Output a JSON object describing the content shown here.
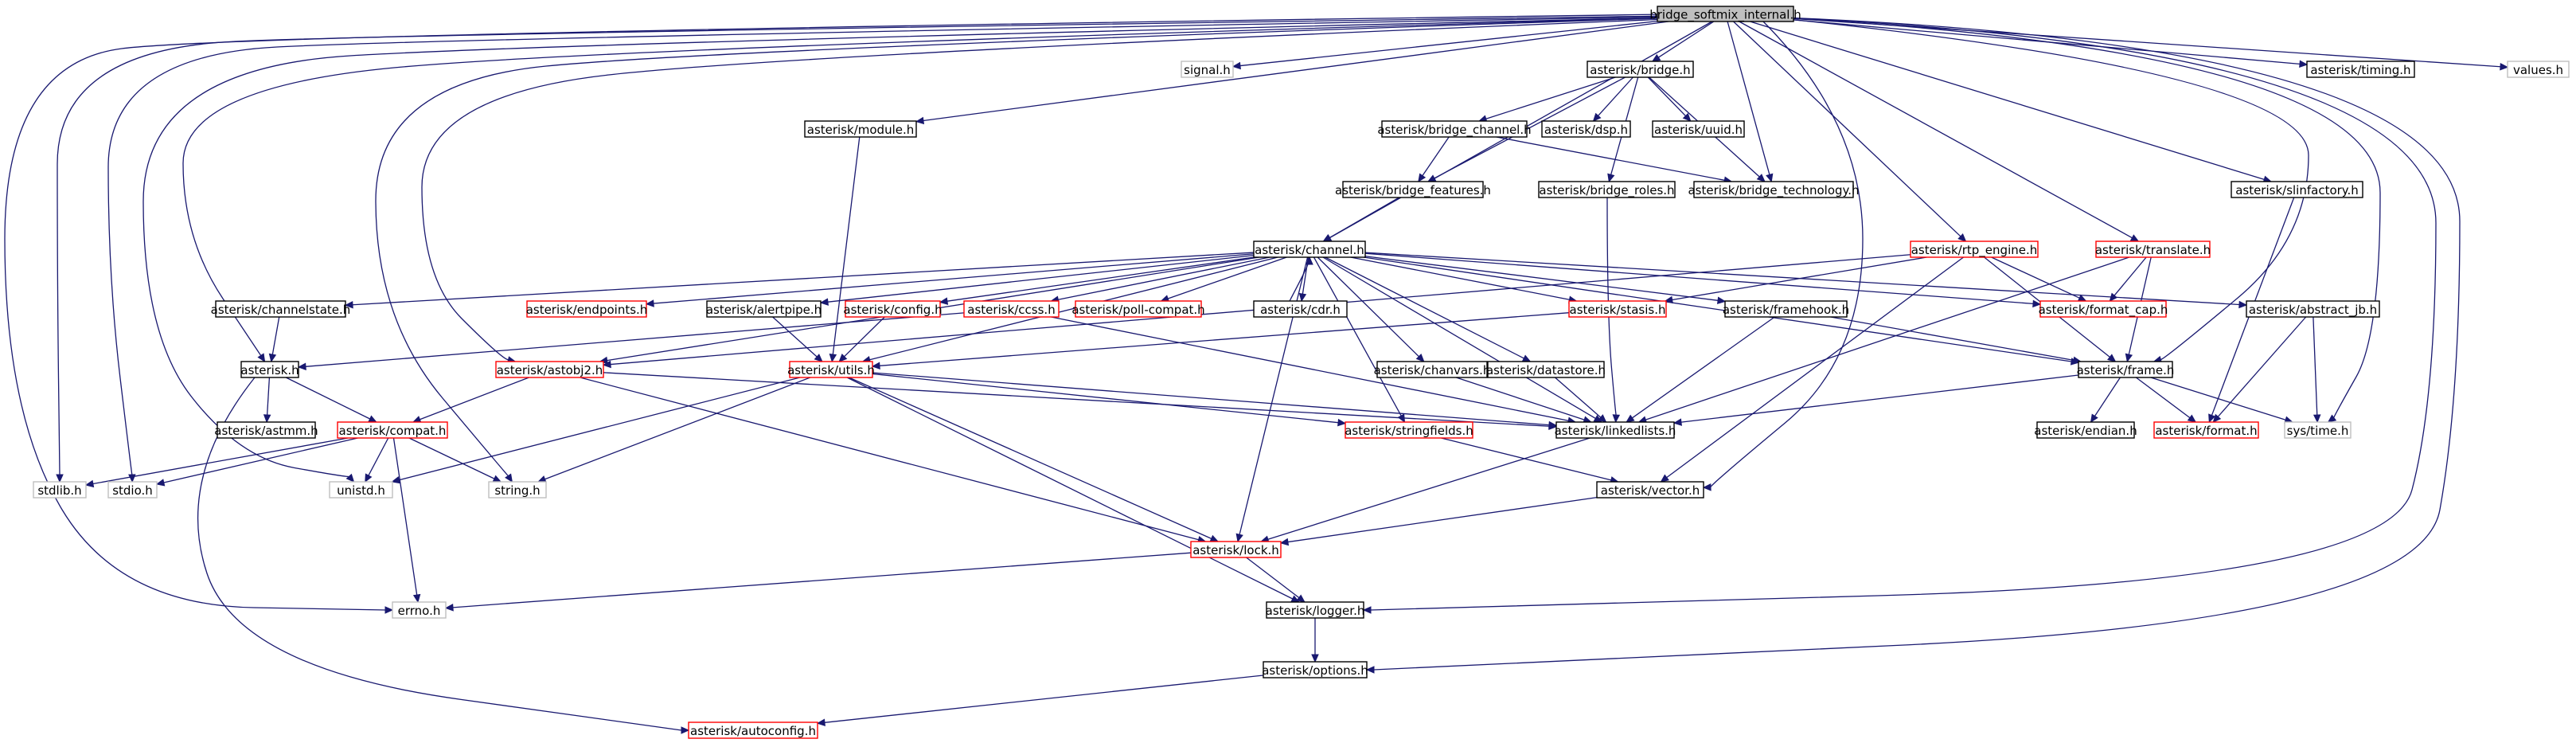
{
  "graph": {
    "colors": {
      "edge": "#191970",
      "root_fill": "#bfbfbf",
      "node_fill": "#ffffff",
      "border_documented": "#000000",
      "border_truncated": "#ff0000",
      "border_external": "#bfbfbf",
      "text_external": "#7f7f7f"
    },
    "nodes": [
      {
        "id": "root",
        "label": "bridge_softmix_internal.h",
        "kind": "root"
      },
      {
        "id": "signal",
        "label": "signal.h",
        "kind": "external"
      },
      {
        "id": "bridge",
        "label": "asterisk/bridge.h",
        "kind": "doc"
      },
      {
        "id": "timing",
        "label": "asterisk/timing.h",
        "kind": "doc"
      },
      {
        "id": "values",
        "label": "values.h",
        "kind": "external"
      },
      {
        "id": "module",
        "label": "asterisk/module.h",
        "kind": "doc"
      },
      {
        "id": "bridge_channel",
        "label": "asterisk/bridge_channel.h",
        "kind": "doc"
      },
      {
        "id": "dsp",
        "label": "asterisk/dsp.h",
        "kind": "doc"
      },
      {
        "id": "uuid",
        "label": "asterisk/uuid.h",
        "kind": "doc"
      },
      {
        "id": "bridge_features",
        "label": "asterisk/bridge_features.h",
        "kind": "doc"
      },
      {
        "id": "bridge_roles",
        "label": "asterisk/bridge_roles.h",
        "kind": "doc"
      },
      {
        "id": "bridge_technology",
        "label": "asterisk/bridge_technology.h",
        "kind": "doc"
      },
      {
        "id": "slinfactory",
        "label": "asterisk/slinfactory.h",
        "kind": "doc"
      },
      {
        "id": "channel",
        "label": "asterisk/channel.h",
        "kind": "doc"
      },
      {
        "id": "rtp_engine",
        "label": "asterisk/rtp_engine.h",
        "kind": "trunc"
      },
      {
        "id": "translate",
        "label": "asterisk/translate.h",
        "kind": "trunc"
      },
      {
        "id": "channelstate",
        "label": "asterisk/channelstate.h",
        "kind": "doc"
      },
      {
        "id": "endpoints",
        "label": "asterisk/endpoints.h",
        "kind": "trunc"
      },
      {
        "id": "alertpipe",
        "label": "asterisk/alertpipe.h",
        "kind": "doc"
      },
      {
        "id": "config",
        "label": "asterisk/config.h",
        "kind": "trunc"
      },
      {
        "id": "ccss",
        "label": "asterisk/ccss.h",
        "kind": "trunc"
      },
      {
        "id": "pollcompat",
        "label": "asterisk/poll-compat.h",
        "kind": "trunc"
      },
      {
        "id": "cdr",
        "label": "asterisk/cdr.h",
        "kind": "doc"
      },
      {
        "id": "stasis",
        "label": "asterisk/stasis.h",
        "kind": "trunc"
      },
      {
        "id": "framehook",
        "label": "asterisk/framehook.h",
        "kind": "doc"
      },
      {
        "id": "format_cap",
        "label": "asterisk/format_cap.h",
        "kind": "trunc"
      },
      {
        "id": "asterisk_h",
        "label": "asterisk.h",
        "kind": "doc"
      },
      {
        "id": "astobj2",
        "label": "asterisk/astobj2.h",
        "kind": "trunc"
      },
      {
        "id": "utils",
        "label": "asterisk/utils.h",
        "kind": "trunc"
      },
      {
        "id": "chanvars",
        "label": "asterisk/chanvars.h",
        "kind": "doc"
      },
      {
        "id": "datastore",
        "label": "asterisk/datastore.h",
        "kind": "doc"
      },
      {
        "id": "frame",
        "label": "asterisk/frame.h",
        "kind": "doc"
      },
      {
        "id": "abstract_jb",
        "label": "asterisk/abstract_jb.h",
        "kind": "doc"
      },
      {
        "id": "astmm",
        "label": "asterisk/astmm.h",
        "kind": "doc"
      },
      {
        "id": "compat",
        "label": "asterisk/compat.h",
        "kind": "trunc"
      },
      {
        "id": "stringfields",
        "label": "asterisk/stringfields.h",
        "kind": "trunc"
      },
      {
        "id": "linkedlists",
        "label": "asterisk/linkedlists.h",
        "kind": "doc"
      },
      {
        "id": "endian",
        "label": "asterisk/endian.h",
        "kind": "doc"
      },
      {
        "id": "format",
        "label": "asterisk/format.h",
        "kind": "trunc"
      },
      {
        "id": "systime",
        "label": "sys/time.h",
        "kind": "external"
      },
      {
        "id": "stdlib",
        "label": "stdlib.h",
        "kind": "external"
      },
      {
        "id": "stdio",
        "label": "stdio.h",
        "kind": "external"
      },
      {
        "id": "unistd",
        "label": "unistd.h",
        "kind": "external"
      },
      {
        "id": "string",
        "label": "string.h",
        "kind": "external"
      },
      {
        "id": "vector",
        "label": "asterisk/vector.h",
        "kind": "doc"
      },
      {
        "id": "lock",
        "label": "asterisk/lock.h",
        "kind": "trunc"
      },
      {
        "id": "errno",
        "label": "errno.h",
        "kind": "external"
      },
      {
        "id": "logger",
        "label": "asterisk/logger.h",
        "kind": "doc"
      },
      {
        "id": "options",
        "label": "asterisk/options.h",
        "kind": "doc"
      },
      {
        "id": "autoconfig",
        "label": "asterisk/autoconfig.h",
        "kind": "trunc"
      }
    ],
    "edges": [
      [
        "root",
        "signal"
      ],
      [
        "root",
        "bridge"
      ],
      [
        "root",
        "timing"
      ],
      [
        "root",
        "values"
      ],
      [
        "root",
        "module"
      ],
      [
        "root",
        "channel"
      ],
      [
        "root",
        "bridge_technology"
      ],
      [
        "root",
        "rtp_engine"
      ],
      [
        "root",
        "translate"
      ],
      [
        "root",
        "slinfactory"
      ],
      [
        "root",
        "asterisk_h"
      ],
      [
        "root",
        "astobj2"
      ],
      [
        "root",
        "string"
      ],
      [
        "root",
        "unistd"
      ],
      [
        "root",
        "stdio"
      ],
      [
        "root",
        "stdlib"
      ],
      [
        "root",
        "errno"
      ],
      [
        "root",
        "vector"
      ],
      [
        "root",
        "logger"
      ],
      [
        "root",
        "options"
      ],
      [
        "root",
        "systime"
      ],
      [
        "root",
        "frame"
      ],
      [
        "bridge",
        "bridge_channel"
      ],
      [
        "bridge",
        "dsp"
      ],
      [
        "bridge",
        "uuid"
      ],
      [
        "bridge",
        "bridge_features"
      ],
      [
        "bridge",
        "bridge_roles"
      ],
      [
        "bridge",
        "bridge_technology"
      ],
      [
        "bridge_channel",
        "bridge_features"
      ],
      [
        "bridge_channel",
        "bridge_technology"
      ],
      [
        "bridge_features",
        "channel"
      ],
      [
        "bridge_roles",
        "linkedlists"
      ],
      [
        "slinfactory",
        "format"
      ],
      [
        "module",
        "utils"
      ],
      [
        "channel",
        "channelstate"
      ],
      [
        "channel",
        "endpoints"
      ],
      [
        "channel",
        "alertpipe"
      ],
      [
        "channel",
        "config"
      ],
      [
        "channel",
        "ccss"
      ],
      [
        "channel",
        "pollcompat"
      ],
      [
        "channel",
        "cdr"
      ],
      [
        "channel",
        "stasis"
      ],
      [
        "channel",
        "framehook"
      ],
      [
        "channel",
        "format_cap"
      ],
      [
        "channel",
        "abstract_jb"
      ],
      [
        "channel",
        "frame"
      ],
      [
        "channel",
        "astobj2"
      ],
      [
        "channel",
        "utils"
      ],
      [
        "channel",
        "chanvars"
      ],
      [
        "channel",
        "datastore"
      ],
      [
        "channel",
        "linkedlists"
      ],
      [
        "channel",
        "stringfields"
      ],
      [
        "channel",
        "lock"
      ],
      [
        "cdr",
        "channel"
      ],
      [
        "rtp_engine",
        "stasis"
      ],
      [
        "rtp_engine",
        "format_cap"
      ],
      [
        "rtp_engine",
        "frame"
      ],
      [
        "rtp_engine",
        "astobj2"
      ],
      [
        "rtp_engine",
        "vector"
      ],
      [
        "translate",
        "format_cap"
      ],
      [
        "translate",
        "frame"
      ],
      [
        "translate",
        "linkedlists"
      ],
      [
        "channelstate",
        "asterisk_h"
      ],
      [
        "alertpipe",
        "utils"
      ],
      [
        "config",
        "utils"
      ],
      [
        "ccss",
        "asterisk_h"
      ],
      [
        "ccss",
        "linkedlists"
      ],
      [
        "stasis",
        "utils"
      ],
      [
        "framehook",
        "frame"
      ],
      [
        "framehook",
        "linkedlists"
      ],
      [
        "chanvars",
        "linkedlists"
      ],
      [
        "datastore",
        "linkedlists"
      ],
      [
        "abstract_jb",
        "format"
      ],
      [
        "abstract_jb",
        "systime"
      ],
      [
        "frame",
        "format"
      ],
      [
        "frame",
        "endian"
      ],
      [
        "frame",
        "systime"
      ],
      [
        "frame",
        "linkedlists"
      ],
      [
        "asterisk_h",
        "compat"
      ],
      [
        "asterisk_h",
        "astmm"
      ],
      [
        "asterisk_h",
        "autoconfig"
      ],
      [
        "astobj2",
        "compat"
      ],
      [
        "astobj2",
        "linkedlists"
      ],
      [
        "astobj2",
        "lock"
      ],
      [
        "utils",
        "unistd"
      ],
      [
        "utils",
        "string"
      ],
      [
        "utils",
        "stringfields"
      ],
      [
        "utils",
        "lock"
      ],
      [
        "utils",
        "logger"
      ],
      [
        "utils",
        "linkedlists"
      ],
      [
        "compat",
        "stdlib"
      ],
      [
        "compat",
        "stdio"
      ],
      [
        "compat",
        "unistd"
      ],
      [
        "compat",
        "string"
      ],
      [
        "compat",
        "errno"
      ],
      [
        "stringfields",
        "vector"
      ],
      [
        "linkedlists",
        "lock"
      ],
      [
        "vector",
        "lock"
      ],
      [
        "lock",
        "logger"
      ],
      [
        "lock",
        "errno"
      ],
      [
        "logger",
        "options"
      ],
      [
        "options",
        "autoconfig"
      ]
    ]
  }
}
